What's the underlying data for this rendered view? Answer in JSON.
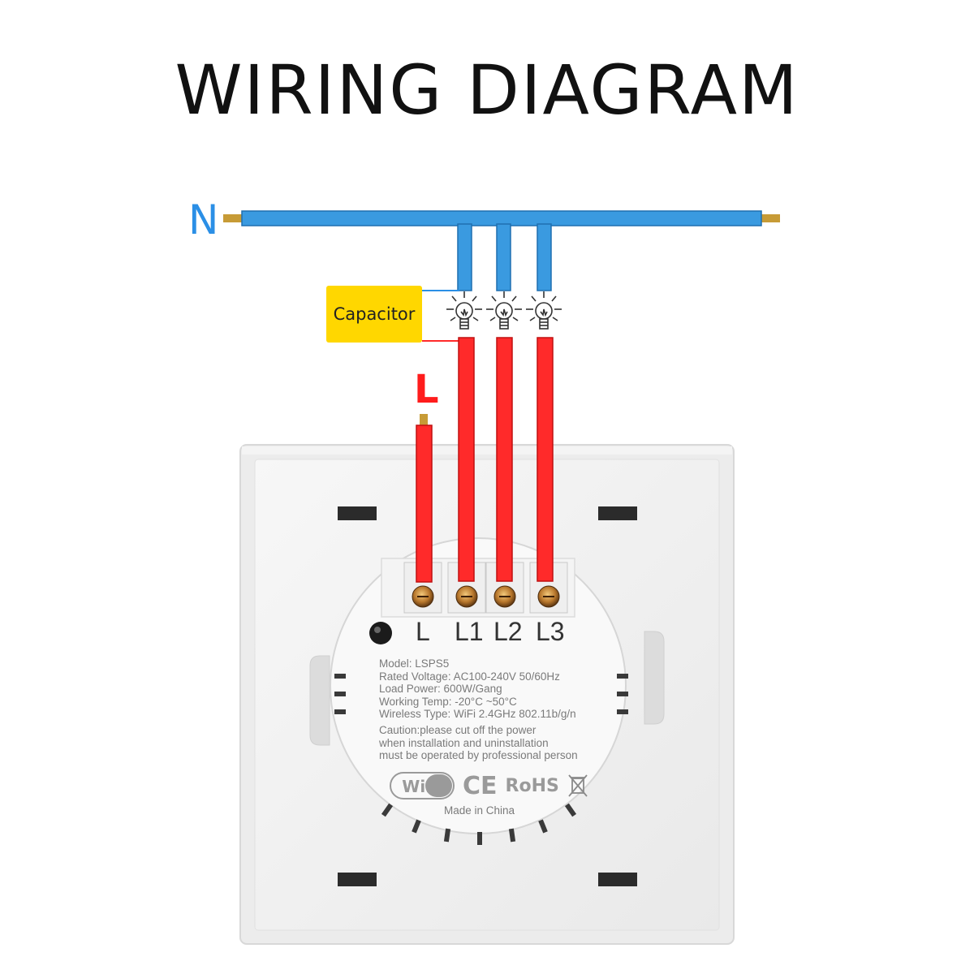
{
  "title": "WIRING DIAGRAM",
  "wires": {
    "neutral_label": "N",
    "live_label": "L"
  },
  "capacitor_label": "Capacitor",
  "terminals": [
    "L",
    "L1",
    "L2",
    "L3"
  ],
  "device_label": {
    "lines": [
      "Model: LSPS5",
      "Rated Voltage: AC100-240V 50/60Hz",
      "Load Power: 600W/Gang",
      "Working Temp: -20°C ~50°C",
      "Wireless Type: WiFi 2.4GHz 802.11b/g/n"
    ],
    "caution": [
      "Caution:please cut off the power",
      "when installation and uninstallation",
      "must be operated by professional person"
    ],
    "made_in": "Made in China"
  },
  "logos": {
    "wifi": "WiFi",
    "ce": "CE",
    "rohs": "RoHS",
    "weee": "weee-bin-icon"
  },
  "colors": {
    "neutral": "#3a9ae0",
    "live": "#ff2a2a",
    "capacitor": "#ffd700",
    "label_n": "#2b8fe6",
    "label_l": "#ff1c1c"
  }
}
